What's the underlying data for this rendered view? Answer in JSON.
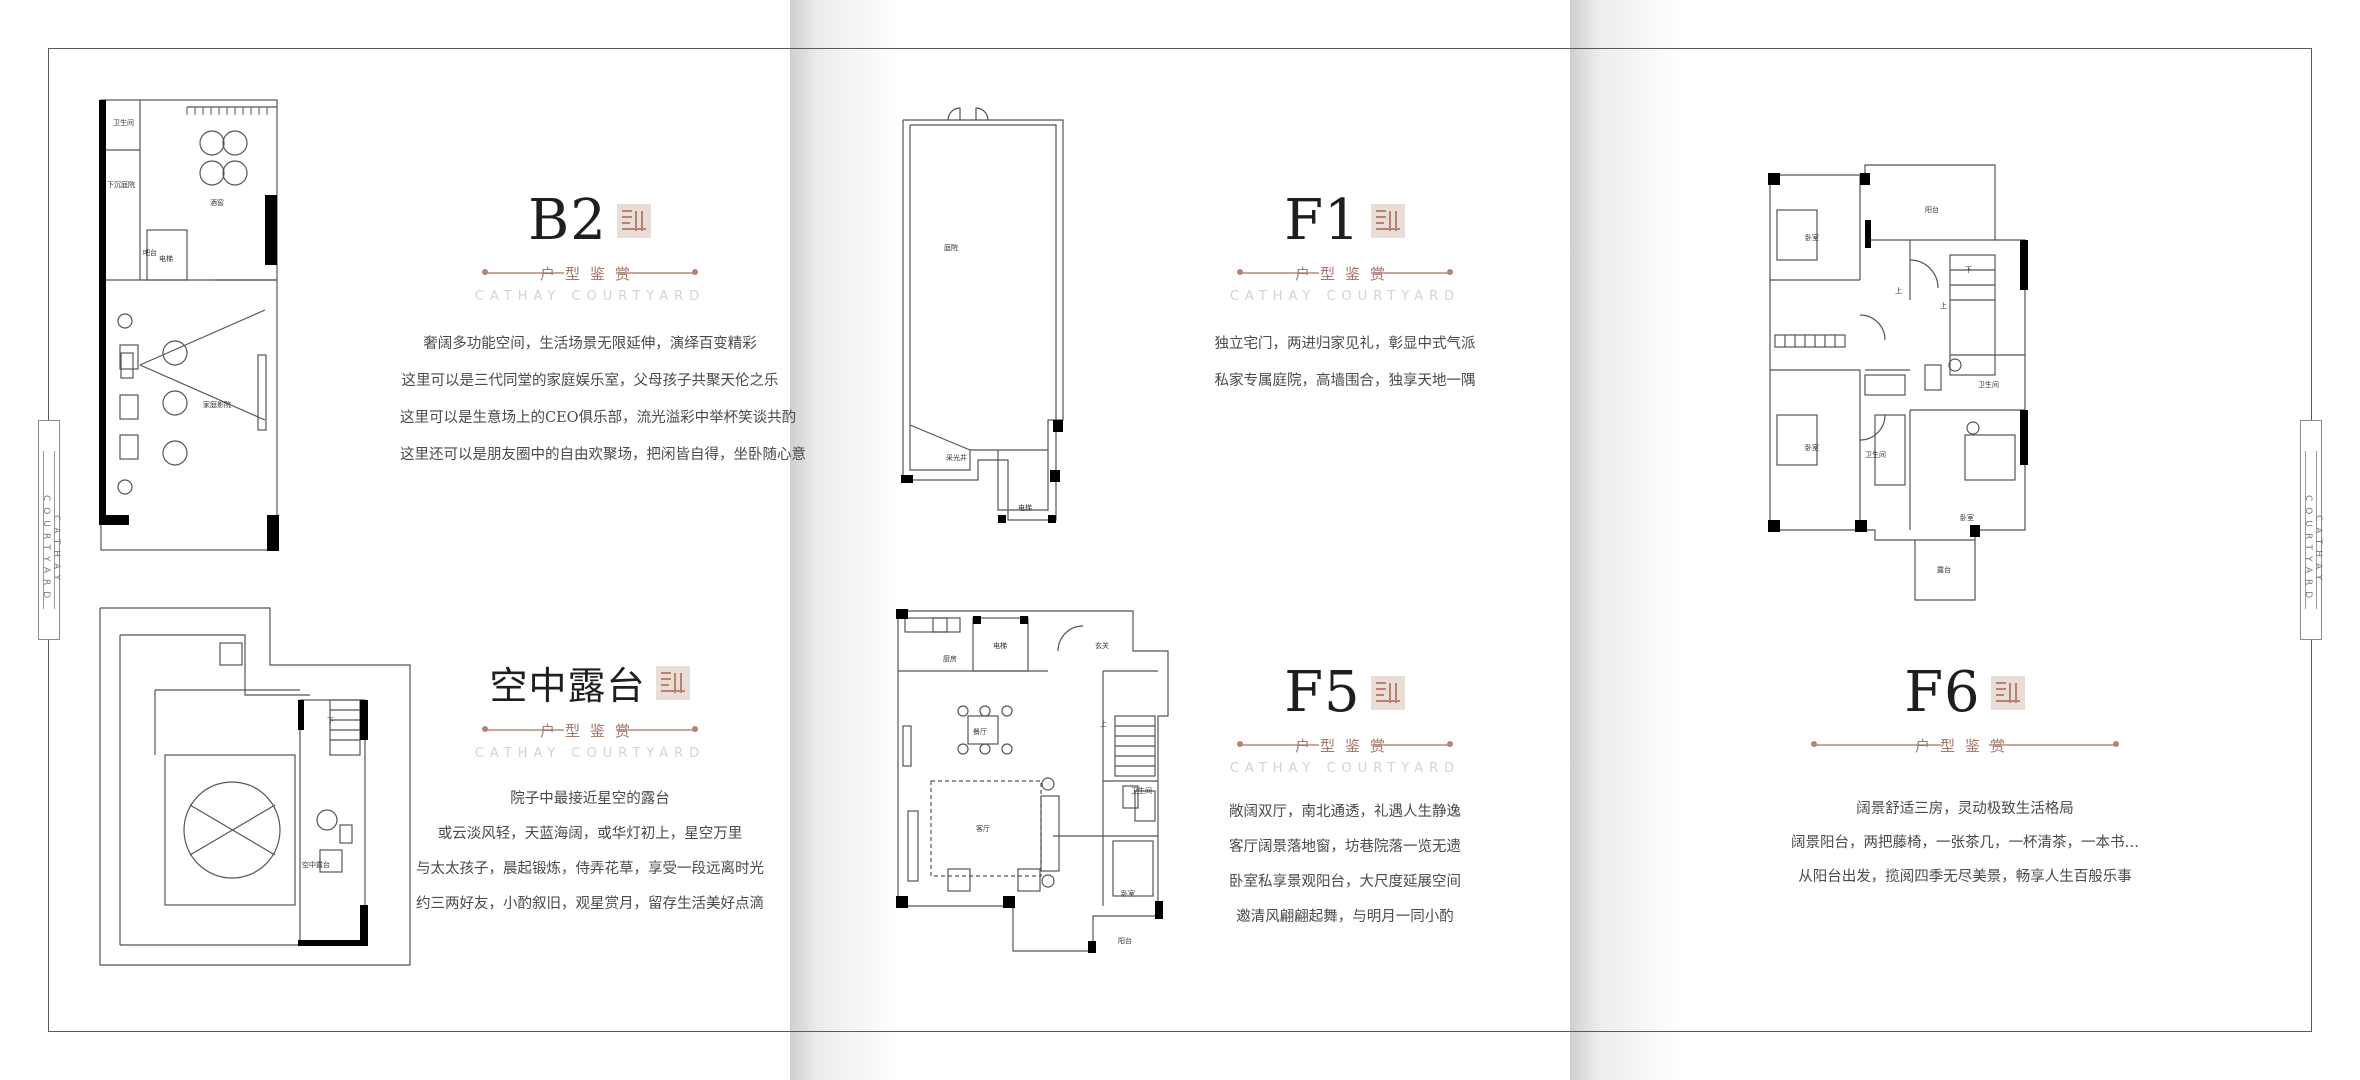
{
  "sections": {
    "b2": {
      "title": "B2",
      "rule_label": "户型鉴赏",
      "subtitle": "CATHAY COURTYARD",
      "lines": [
        "奢阔多功能空间，生活场景无限延伸，演绎百变精彩",
        "这里可以是三代同堂的家庭娱乐室，父母孩子共聚天伦之乐",
        "这里可以是生意场上的CEO俱乐部，流光溢彩中举杯笑谈共酌",
        "这里还可以是朋友圈中的自由欢聚场，把闲皆自得，坐卧随心意"
      ]
    },
    "terrace": {
      "title": "空中露台",
      "rule_label": "户型鉴赏",
      "subtitle": "CATHAY COURTYARD",
      "lines": [
        "院子中最接近星空的露台",
        "或云淡风轻，天蓝海阔，或华灯初上，星空万里",
        "与太太孩子，晨起锻炼，侍弄花草，享受一段远离时光",
        "约三两好友，小酌叙旧，观星赏月，留存生活美好点滴"
      ]
    },
    "f1": {
      "title": "F1",
      "rule_label": "户型鉴赏",
      "subtitle": "CATHAY COURTYARD",
      "lines": [
        "独立宅门，两进归家见礼，彰显中式气派",
        "私家专属庭院，高墙围合，独享天地一隅"
      ]
    },
    "f5": {
      "title": "F5",
      "rule_label": "户型鉴赏",
      "subtitle": "CATHAY COURTYARD",
      "lines": [
        "敞阔双厅，南北通透，礼遇人生静逸",
        "客厅阔景落地窗，坊巷院落一览无遗",
        "卧室私享景观阳台，大尺度延展空间",
        "邀清风翩翩起舞，与明月一同小酌"
      ]
    },
    "f6": {
      "title": "F6",
      "rule_label": "户型鉴赏",
      "subtitle": "CATHAY COURTYARD",
      "lines": [
        "阔景舒适三房，灵动极致生活格局",
        "阔景阳台，两把藤椅，一张茶几，一杯清茶，一本书…",
        "从阳台出发，揽阅四季无尽美景，畅享人生百般乐事"
      ]
    }
  },
  "plans": {
    "b2": {
      "bathroom": "卫生间",
      "sunken_court": "下沉庭院",
      "wine_cellar": "酒窖",
      "bar": "吧台",
      "elevator": "电梯",
      "home_theater": "家庭影院"
    },
    "terrace": {
      "down": "下",
      "terrace_label": "空中露台"
    },
    "f1": {
      "courtyard": "庭院",
      "light_well": "采光井",
      "elevator": "电梯"
    },
    "f5": {
      "kitchen": "厨房",
      "elevator": "电梯",
      "foyer": "玄关",
      "dining": "餐厅",
      "up": "上",
      "living": "客厅",
      "bathroom": "卫生间",
      "bedroom": "卧室",
      "balcony": "阳台"
    },
    "f6": {
      "balcony": "阳台",
      "bedroom_1": "卧室",
      "up": "上",
      "down": "下",
      "bathroom_1": "卫生间",
      "bedroom_2": "卧室",
      "bathroom_2": "卫生间",
      "bedroom_3": "卧室",
      "terrace": "露台"
    }
  },
  "side_tab": {
    "text": "CATHAY COURTYARD"
  },
  "colors": {
    "accent": "#b8826f",
    "rule": "#c9a89c",
    "wall": "#000000",
    "line": "#555555",
    "fold_shadow": "#d6d6d6"
  }
}
